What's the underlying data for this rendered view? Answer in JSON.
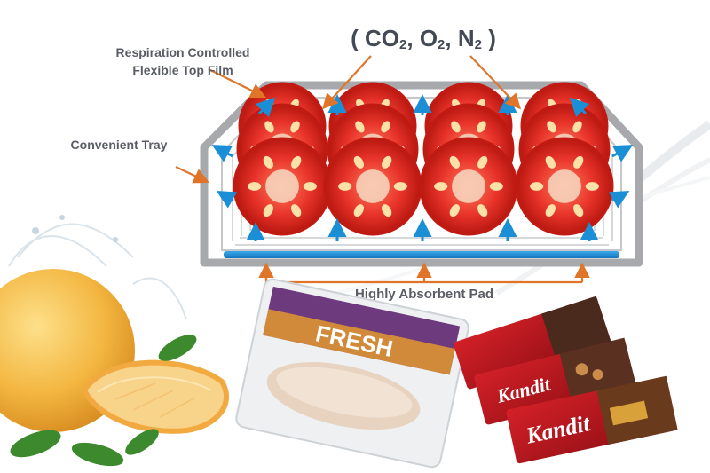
{
  "diagram": {
    "gas_label": "( CO2, O2, N2 )",
    "gas_parts": {
      "open": "( CO",
      "co2_sub": "2",
      "o": ", O",
      "o2_sub": "2",
      "n": ", N",
      "n2_sub": "2",
      "close": " )"
    },
    "film_label_line1": "Respiration Controlled",
    "film_label_line2": "Flexible Top Film",
    "tray_label": "Convenient Tray",
    "pad_label": "Highly Absorbent Pad"
  },
  "products": {
    "turkey_pack_word": "FRESH",
    "chocolate_brand": "Kandit"
  },
  "colors": {
    "tray": "#a7a9ad",
    "arrow_orange": "#e0752a",
    "arrow_blue": "#1a8fd6",
    "tomato": "#d8261a",
    "label_text": "#5a5d66",
    "choc_wrapper": "#b5121b"
  }
}
